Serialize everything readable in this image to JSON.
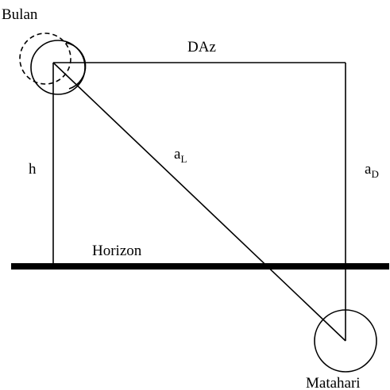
{
  "labels": {
    "moon": "Bulan",
    "sun": "Matahari",
    "horizon": "Horizon",
    "azimuth_difference": "DAz",
    "moon_altitude": "h",
    "line_a_l": {
      "base": "a",
      "sub": "L"
    },
    "line_a_d": {
      "base": "a",
      "sub": "D"
    }
  },
  "colors": {
    "stroke": "#000000",
    "background": "#ffffff"
  }
}
